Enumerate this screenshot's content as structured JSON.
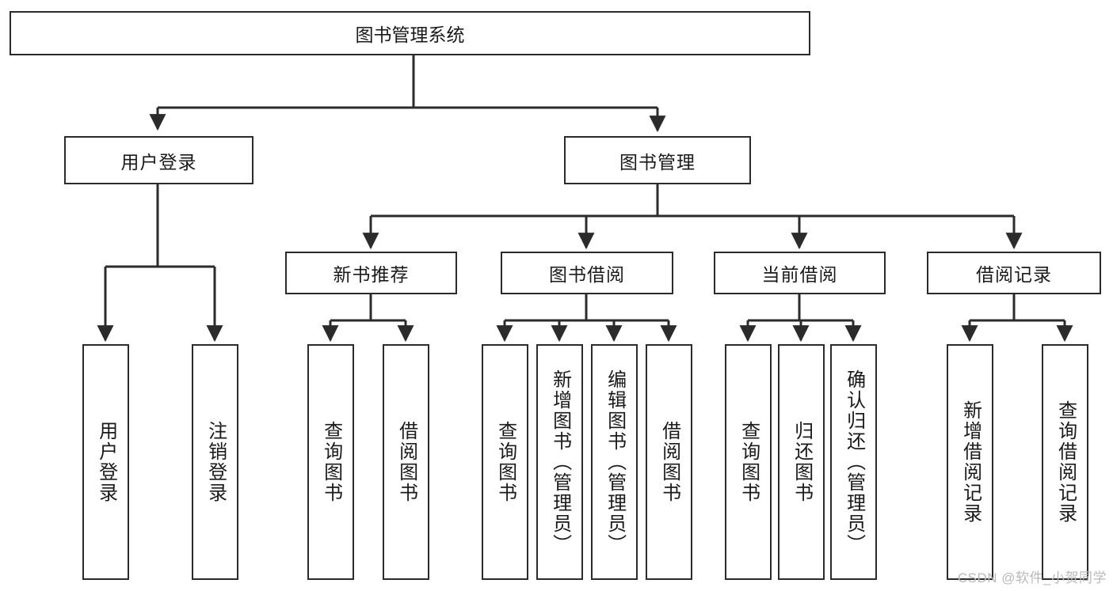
{
  "diagram": {
    "type": "tree-hierarchy",
    "title": "图书管理系统",
    "root": {
      "label": "图书管理系统"
    },
    "level1": [
      {
        "id": "user-login",
        "label": "用户登录"
      },
      {
        "id": "book-manage",
        "label": "图书管理"
      }
    ],
    "level2": [
      {
        "id": "new-book-rec",
        "label": "新书推荐",
        "parent": "book-manage"
      },
      {
        "id": "book-borrow",
        "label": "图书借阅",
        "parent": "book-manage"
      },
      {
        "id": "current-borrow",
        "label": "当前借阅",
        "parent": "book-manage"
      },
      {
        "id": "borrow-record",
        "label": "借阅记录",
        "parent": "book-manage"
      }
    ],
    "leaves": [
      {
        "id": "leaf-user-login",
        "label": "用户登录",
        "parent": "user-login"
      },
      {
        "id": "leaf-logout",
        "label": "注销登录",
        "parent": "user-login"
      },
      {
        "id": "leaf-query-book-1",
        "label": "查询图书",
        "parent": "new-book-rec"
      },
      {
        "id": "leaf-borrow-book-1",
        "label": "借阅图书",
        "parent": "new-book-rec"
      },
      {
        "id": "leaf-query-book-2",
        "label": "查询图书",
        "parent": "book-borrow"
      },
      {
        "id": "leaf-add-book",
        "label": "新增图书（管理员）",
        "parent": "book-borrow"
      },
      {
        "id": "leaf-edit-book",
        "label": "编辑图书（管理员）",
        "parent": "book-borrow"
      },
      {
        "id": "leaf-borrow-book-2",
        "label": "借阅图书",
        "parent": "book-borrow"
      },
      {
        "id": "leaf-query-book-3",
        "label": "查询图书",
        "parent": "current-borrow"
      },
      {
        "id": "leaf-return-book",
        "label": "归还图书",
        "parent": "current-borrow"
      },
      {
        "id": "leaf-confirm-return",
        "label": "确认归还（管理员）",
        "parent": "current-borrow"
      },
      {
        "id": "leaf-add-record",
        "label": "新增借阅记录",
        "parent": "borrow-record"
      },
      {
        "id": "leaf-query-record",
        "label": "查询借阅记录",
        "parent": "borrow-record"
      }
    ],
    "watermark": "CSDN @软件_小贺同学",
    "colors": {
      "border": "#2b2b2b",
      "text": "#1a1a1a",
      "background": "#ffffff",
      "watermark": "#b9b9b9"
    }
  }
}
